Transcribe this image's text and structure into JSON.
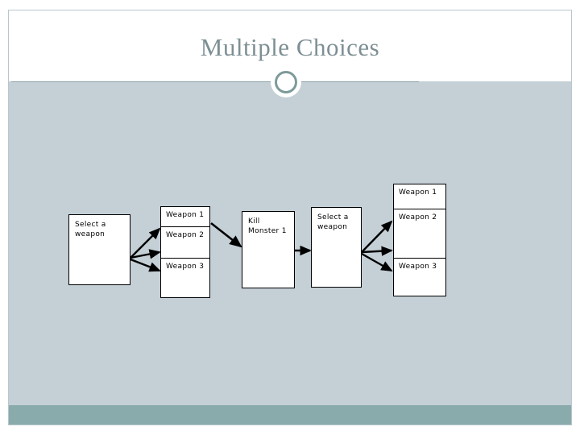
{
  "slide": {
    "title": "Multiple Choices",
    "title_color": "#7d8f94",
    "background_color": "#c4cfd6",
    "header_color": "#ffffff",
    "accent_bar_color": "#89abab",
    "rule_color": "#8ba3a7",
    "ring_color": "#7d9a9a"
  },
  "flowchart": {
    "nodes": [
      {
        "id": "select-weapon-1",
        "label": "Select a\nweapon",
        "line1": "Select a",
        "line2": "weapon"
      },
      {
        "id": "kill-monster-1",
        "label": "Kill\nMonster 1",
        "line1": "Kill",
        "line2": "Monster 1"
      },
      {
        "id": "select-weapon-2",
        "label": "Select a\nweapon",
        "line1": "Select a",
        "line2": "weapon"
      }
    ],
    "stacks": [
      {
        "id": "weapon-stack-1",
        "cells": [
          {
            "label": "Weapon 1"
          },
          {
            "label": "Weapon 2"
          },
          {
            "label": "Weapon 3"
          }
        ]
      },
      {
        "id": "weapon-stack-2",
        "cells": [
          {
            "label": "Weapon 1"
          },
          {
            "label": "Weapon 2"
          },
          {
            "label": "Weapon 3"
          }
        ]
      }
    ],
    "connector_color": "#000000",
    "connector_count": 8
  }
}
